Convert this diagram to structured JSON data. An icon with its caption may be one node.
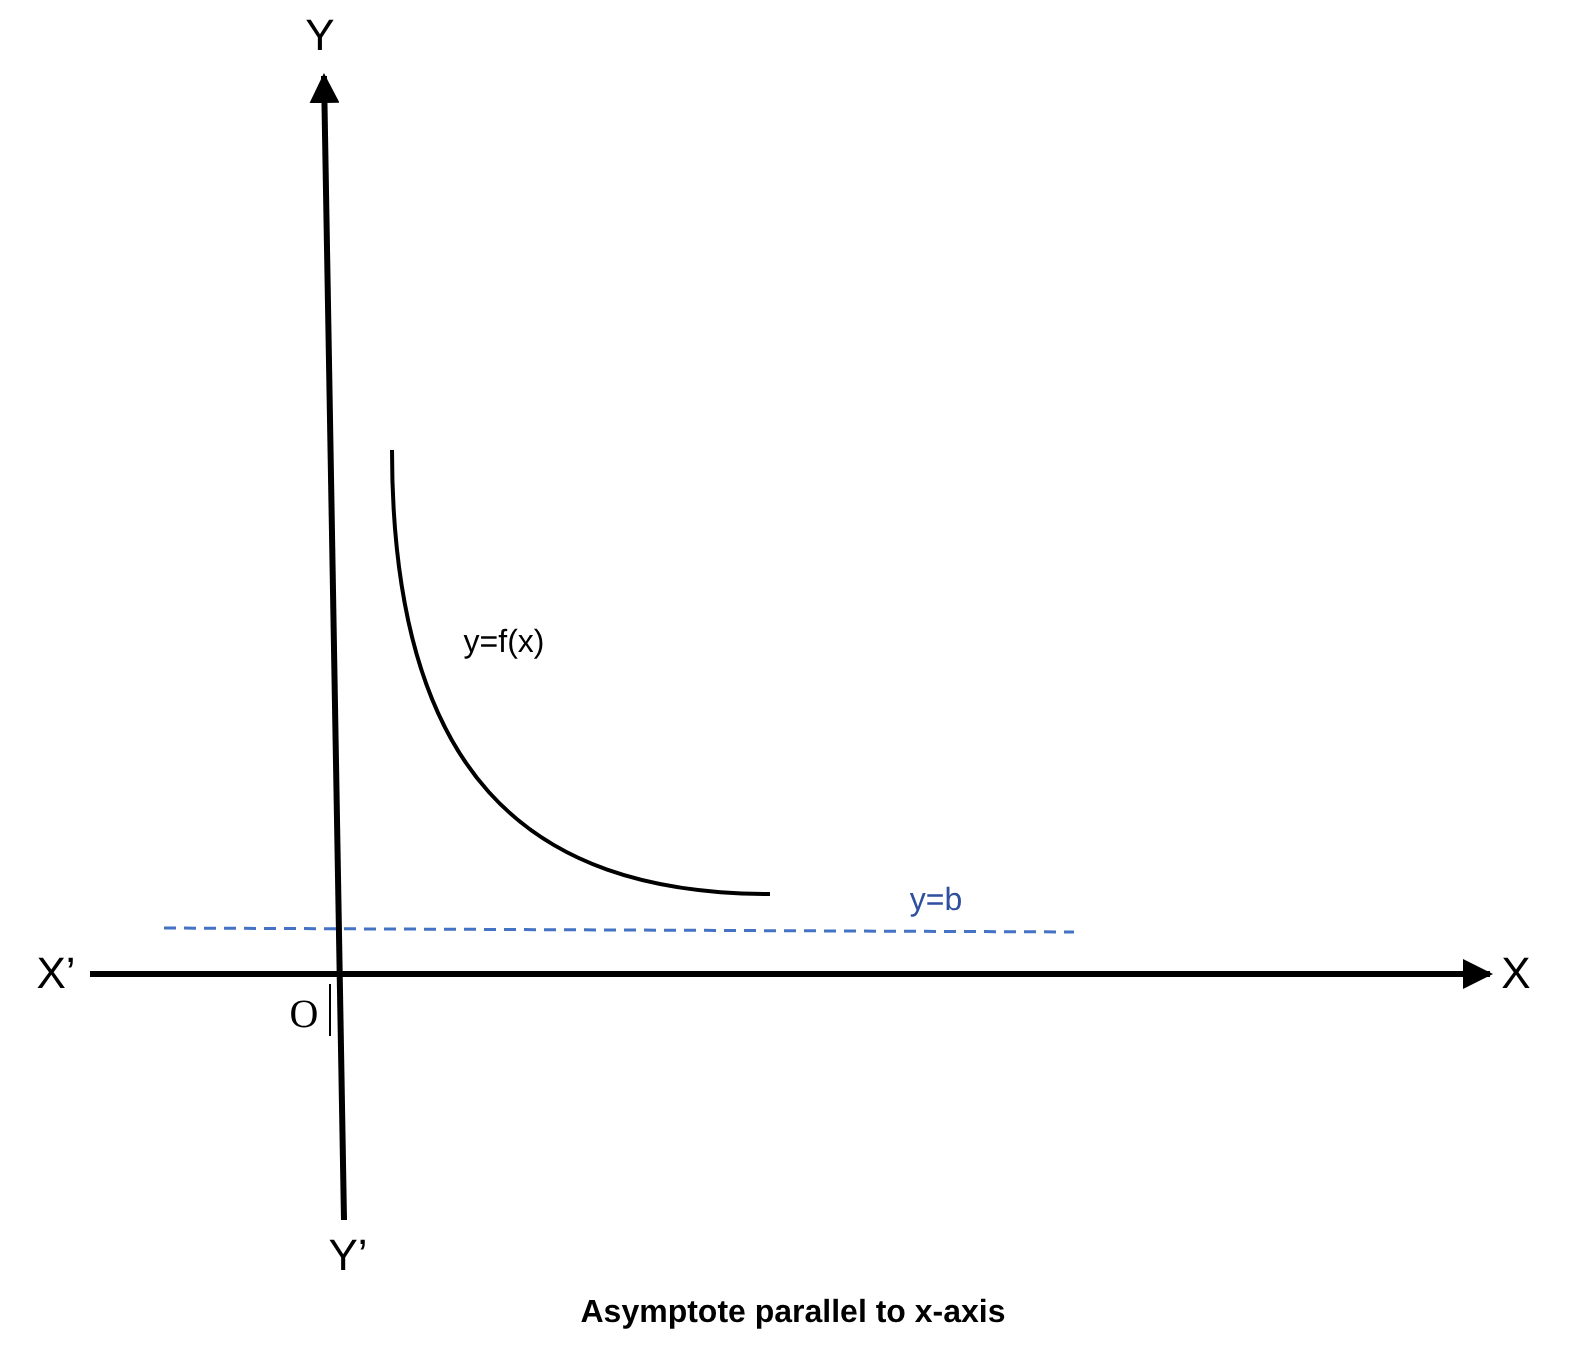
{
  "diagram": {
    "caption": "Asymptote parallel to x-axis",
    "labels": [
      "Y",
      "y=f(x)",
      "y=b",
      "X’",
      "X",
      "O",
      "Y’"
    ]
  }
}
